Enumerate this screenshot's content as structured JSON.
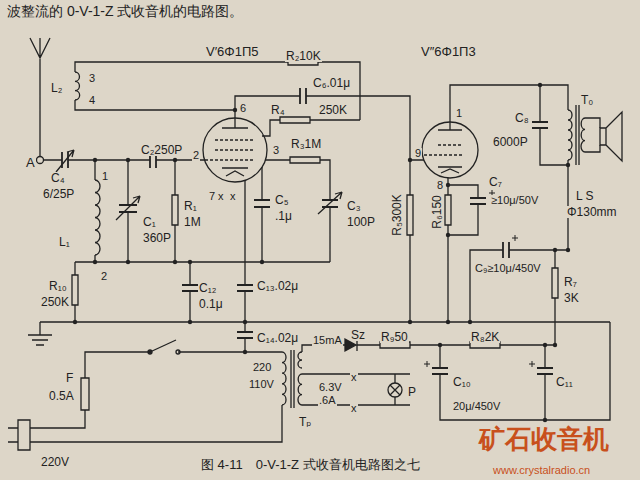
{
  "diagram": {
    "title": "波整流的 0-V-1-Z 式收音机的电路图。",
    "caption": "图 4-11　0-V-1-Z 式收音机电路图之七",
    "labels": [
      "V′6Φ1Π5",
      "V″6Φ1Π3",
      "L₂",
      "3",
      "4",
      "R₂10K",
      "C₆.01μ",
      "R₄",
      "250K",
      "R₃1M",
      "6",
      "A",
      "C₂250P",
      "2",
      "3",
      "C₄",
      "6/25P",
      "1",
      "7",
      "x",
      "x",
      "C₁",
      "360P",
      "R₁",
      "1M",
      "C₅",
      ".1μ",
      "C₃",
      "100P",
      "L₁",
      "2",
      "R₁₀",
      "250K",
      "C₁₂",
      "0.1μ",
      "C₁₃.02μ",
      "C₁₄.02μ",
      "9",
      "1",
      "8",
      "R₅300K",
      "R₆150",
      "C₇",
      "≥10μ/50V",
      "C₈",
      "6000P",
      "T₀",
      "L S",
      "Φ130mm",
      "C₉≥10μ/450V",
      "R₇",
      "3K",
      "Sz",
      "F",
      "0.5A",
      "220V",
      "220",
      "110V",
      "15mA",
      "6.3V",
      ".6A",
      "x",
      "x",
      "P",
      "Tₚ",
      "R₉50",
      "R₈2K",
      "C₁₀",
      "20μ/450V",
      "C₁₁",
      "矿石收音机",
      "www.crystalradio.cn"
    ]
  }
}
